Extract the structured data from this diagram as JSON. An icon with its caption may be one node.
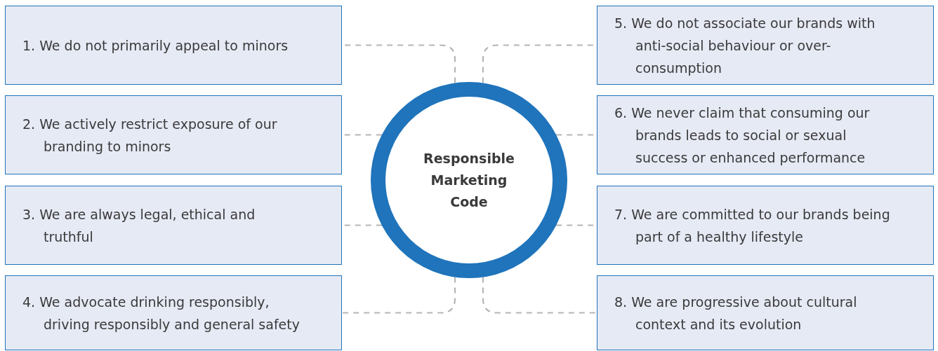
{
  "diagram": {
    "nodes": [
      {
        "text": [
          "1. We do not primarily appeal to minors"
        ]
      },
      {
        "text": [
          "2. We actively restrict exposure of our branding to minors"
        ]
      },
      {
        "text": [
          "3. We are always legal, ethical and truthful"
        ]
      },
      {
        "text": [
          "4. We advocate drinking responsibly, driving responsibly and general safety"
        ]
      },
      {
        "text": [
          "Responsible Marketing Code"
        ]
      },
      {
        "text": [
          "5. We do not associate our brands with anti-social behaviour or over-consumption"
        ]
      },
      {
        "text": [
          "6. We never claim that consuming our brands leads to social or sexual success or enhanced performance"
        ]
      },
      {
        "text": [
          "7. We are committed to our brands being part of a healthy lifestyle"
        ]
      },
      {
        "text": [
          "8. We are progressive about cultural context and its evolution"
        ]
      }
    ],
    "edges": [
      {
        "from": 4,
        "to": 0,
        "arrow": "none",
        "style": "dashed"
      },
      {
        "from": 4,
        "to": 1,
        "arrow": "none",
        "style": "dashed"
      },
      {
        "from": 4,
        "to": 2,
        "arrow": "none",
        "style": "dashed"
      },
      {
        "from": 4,
        "to": 3,
        "arrow": "none",
        "style": "dashed"
      },
      {
        "from": 4,
        "to": 5,
        "arrow": "none",
        "style": "dashed"
      },
      {
        "from": 4,
        "to": 6,
        "arrow": "none",
        "style": "dashed"
      },
      {
        "from": 4,
        "to": 7,
        "arrow": "none",
        "style": "dashed"
      },
      {
        "from": 4,
        "to": 8,
        "arrow": "none",
        "style": "dashed"
      }
    ]
  }
}
